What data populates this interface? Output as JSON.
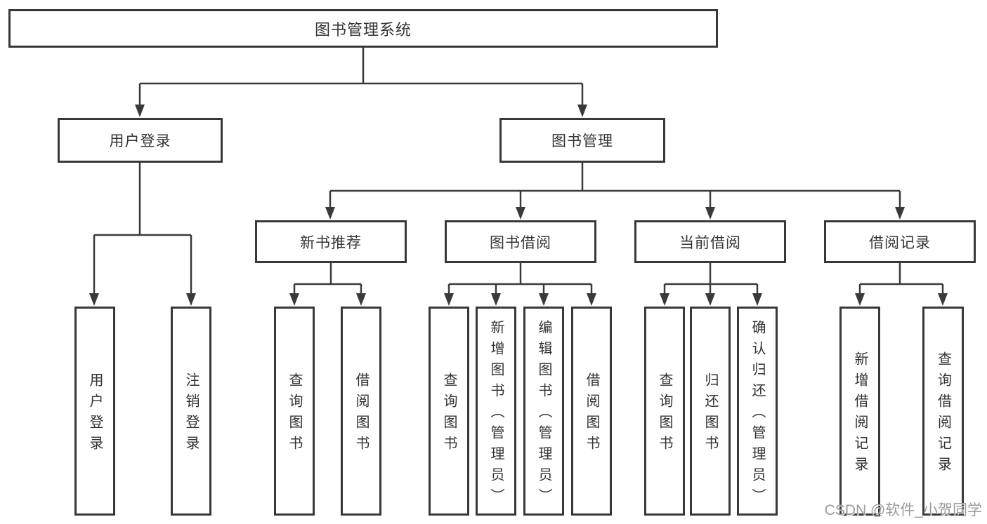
{
  "diagram": {
    "title": "图书管理系统",
    "branches": {
      "user_login": {
        "label": "用户登录",
        "children": [
          {
            "label": "用户登录"
          },
          {
            "label": "注销登录"
          }
        ]
      },
      "book_management": {
        "label": "图书管理",
        "sections": [
          {
            "label": "新书推荐",
            "children": [
              {
                "label": "查询图书"
              },
              {
                "label": "借阅图书"
              }
            ]
          },
          {
            "label": "图书借阅",
            "children": [
              {
                "label": "查询图书"
              },
              {
                "label": "新增图书（管理员）"
              },
              {
                "label": "编辑图书（管理员）"
              },
              {
                "label": "借阅图书"
              }
            ]
          },
          {
            "label": "当前借阅",
            "children": [
              {
                "label": "查询图书"
              },
              {
                "label": "归还图书"
              },
              {
                "label": "确认归还（管理员）"
              }
            ]
          },
          {
            "label": "借阅记录",
            "children": [
              {
                "label": "新增借阅记录"
              },
              {
                "label": "查询借阅记录"
              }
            ]
          }
        ]
      }
    }
  },
  "watermark": {
    "text": "CSDN @软件_小贺同学"
  },
  "colors": {
    "line": "#3a3a3a",
    "border": "#383838",
    "text": "#333333",
    "watermark": "#9b9b9b",
    "background": "#ffffff"
  }
}
